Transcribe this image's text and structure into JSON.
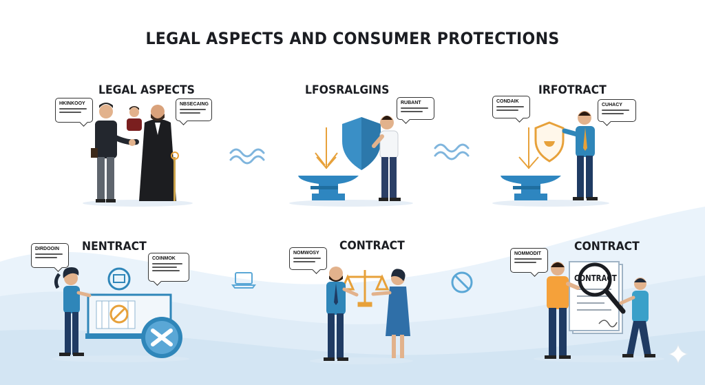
{
  "title": "LEGAL ASPECTS AND CONSUMER PROTECTIONS",
  "panels": [
    {
      "heading": "LEGAL ASPECTS",
      "bubbles": [
        "HKINKOOY",
        "NBSECAING"
      ]
    },
    {
      "heading": "LFOSRALGINS",
      "bubbles": [
        "RUBANT"
      ]
    },
    {
      "heading": "IRFOTRACT",
      "bubbles": [
        "CONDAIK",
        "CUHACY"
      ]
    },
    {
      "heading": "NENTRACT",
      "bubbles": [
        "DIRDOOIN",
        "COINMOK"
      ]
    },
    {
      "heading": "CONTRACT",
      "bubbles": [
        "NOMWOSY"
      ]
    },
    {
      "heading": "CONTRACT",
      "bubbles": [
        "NOMMODIT"
      ],
      "document_label": "CONTRACT"
    }
  ],
  "colors": {
    "accent_blue": "#2f86b9",
    "shield_blue": "#3a8fc6",
    "gold": "#e7a13a",
    "orange_shirt": "#f5a13a",
    "dark_suit": "#2c3440",
    "wave": "#e7f1fa"
  },
  "icons": [
    "handshake-icon",
    "shield-icon",
    "anvil-icon",
    "scales-icon",
    "magnifier-icon",
    "laptop-icon",
    "wave-icon",
    "chain-icon"
  ]
}
